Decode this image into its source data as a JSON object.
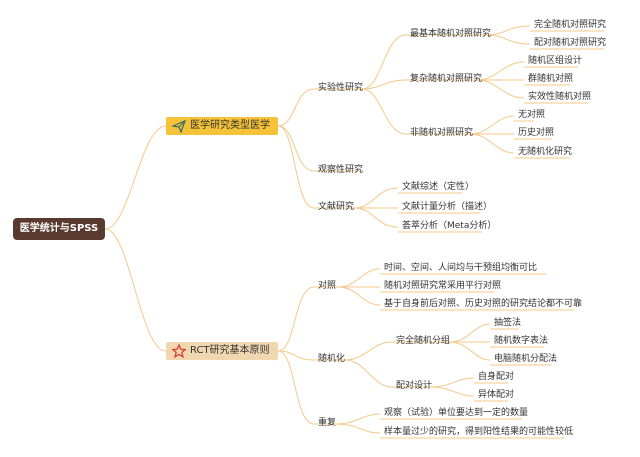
{
  "root": "医学统计与SPSS",
  "branch1": {
    "label": "医学研究类型医学",
    "icon": "paper-plane-icon",
    "nodes": {
      "exp": "实验性研究",
      "obs": "观察性研究",
      "lit": "文献研究",
      "basic": "最基本随机对照研究",
      "complex": "复杂随机对照研究",
      "nonrand": "非随机对照研究",
      "complete_rand": "完全随机对照研究",
      "paired_rand": "配对随机对照研究",
      "block": "随机区组设计",
      "cluster": "群随机对照",
      "pragmatic": "实效性随机对照",
      "no_control": "无对照",
      "historical": "历史对照",
      "nonrandomized": "无随机化研究",
      "review": "文献综述（定性）",
      "bibliometric": "文献计量分析（描述）",
      "meta": "荟萃分析（Meta分析）"
    }
  },
  "branch2": {
    "label": "RCT研究基本原则",
    "icon": "star-icon",
    "nodes": {
      "control": "对照",
      "random": "随机化",
      "repeat": "重复",
      "c1": "时间、空间、人间均与干预组均衡可比",
      "c2": "随机对照研究常采用平行对照",
      "c3": "基于自身前后对照、历史对照的研究结论都不可靠",
      "complete_group": "完全随机分组",
      "paired_design": "配对设计",
      "lottery": "抽签法",
      "random_table": "随机数字表法",
      "computer": "电脑随机分配法",
      "self_pair": "自身配对",
      "different_pair": "异体配对",
      "r1": "观察（试验）单位要达到一定的数量",
      "r2": "样本量过少的研究，得到阳性结果的可能性较低"
    }
  },
  "colors": {
    "connector": "#f4c98a",
    "root_bg": "#5a3a2e",
    "branch1_bg": "#f6c338",
    "branch2_bg": "#f1d7b0"
  }
}
